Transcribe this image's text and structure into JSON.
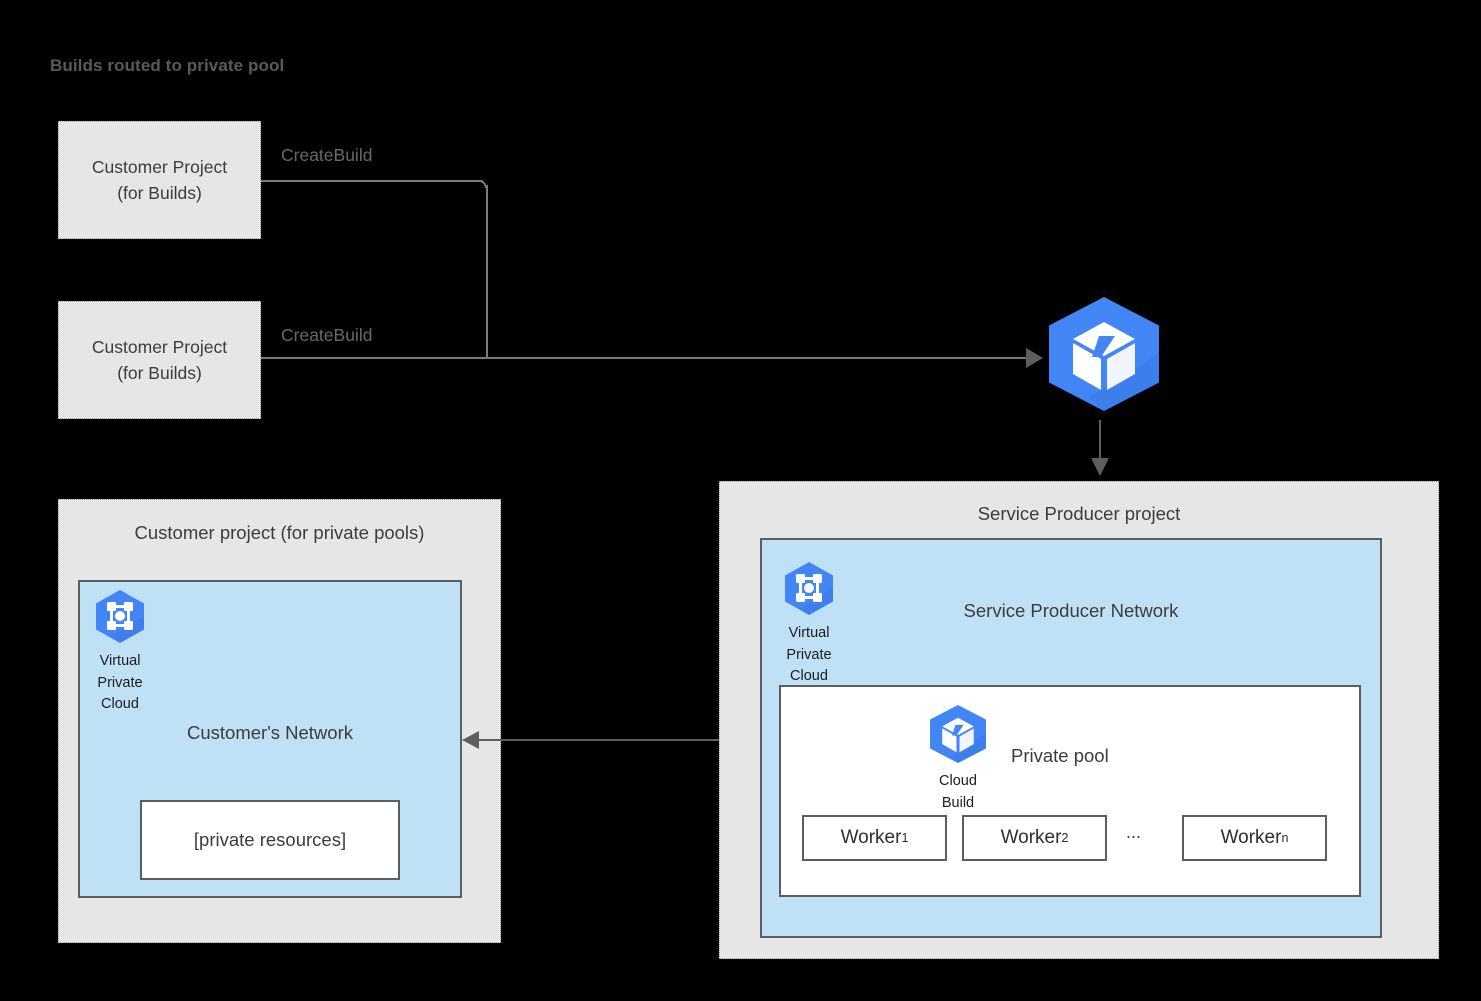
{
  "title": "Builds routed to private pool",
  "colors": {
    "background": "#000000",
    "panel_fill": "#e6e6e6",
    "panel_border": "#9a9a9a",
    "network_fill": "#bfe1f6",
    "network_border": "#5a5e61",
    "gcp_blue": "#4285f4",
    "gcp_blue_dark": "#3367d6",
    "text": "#3c3c3c",
    "line": "#7a7a7a"
  },
  "customer_build_projects": [
    {
      "line1": "Customer Project",
      "line2": "(for Builds)",
      "edge_label": "CreateBuild"
    },
    {
      "line1": "Customer Project",
      "line2": "(for Builds)",
      "edge_label": "CreateBuild"
    }
  ],
  "cloud_build_service": {
    "icon": "cloud-build-icon"
  },
  "customer_pools_project": {
    "title": "Customer project (for private pools)",
    "vpc": {
      "icon": "virtual-private-cloud-icon",
      "line1": "Virtual",
      "line2": "Private",
      "line3": "Cloud"
    },
    "network_title": "Customer's Network",
    "private_resources_label": "[private resources]"
  },
  "service_producer_project": {
    "title": "Service Producer project",
    "vpc": {
      "icon": "virtual-private-cloud-icon",
      "line1": "Virtual",
      "line2": "Private",
      "line3": "Cloud"
    },
    "network_title": "Service Producer Network",
    "private_pool": {
      "title": "Private pool",
      "cloud_build": {
        "icon": "cloud-build-icon",
        "line1": "Cloud",
        "line2": "Build"
      },
      "workers": [
        {
          "name": "Worker",
          "subscript": "1"
        },
        {
          "name": "Worker",
          "subscript": "2"
        },
        {
          "name": "Worker",
          "subscript": "n"
        }
      ],
      "ellipsis": "..."
    }
  }
}
